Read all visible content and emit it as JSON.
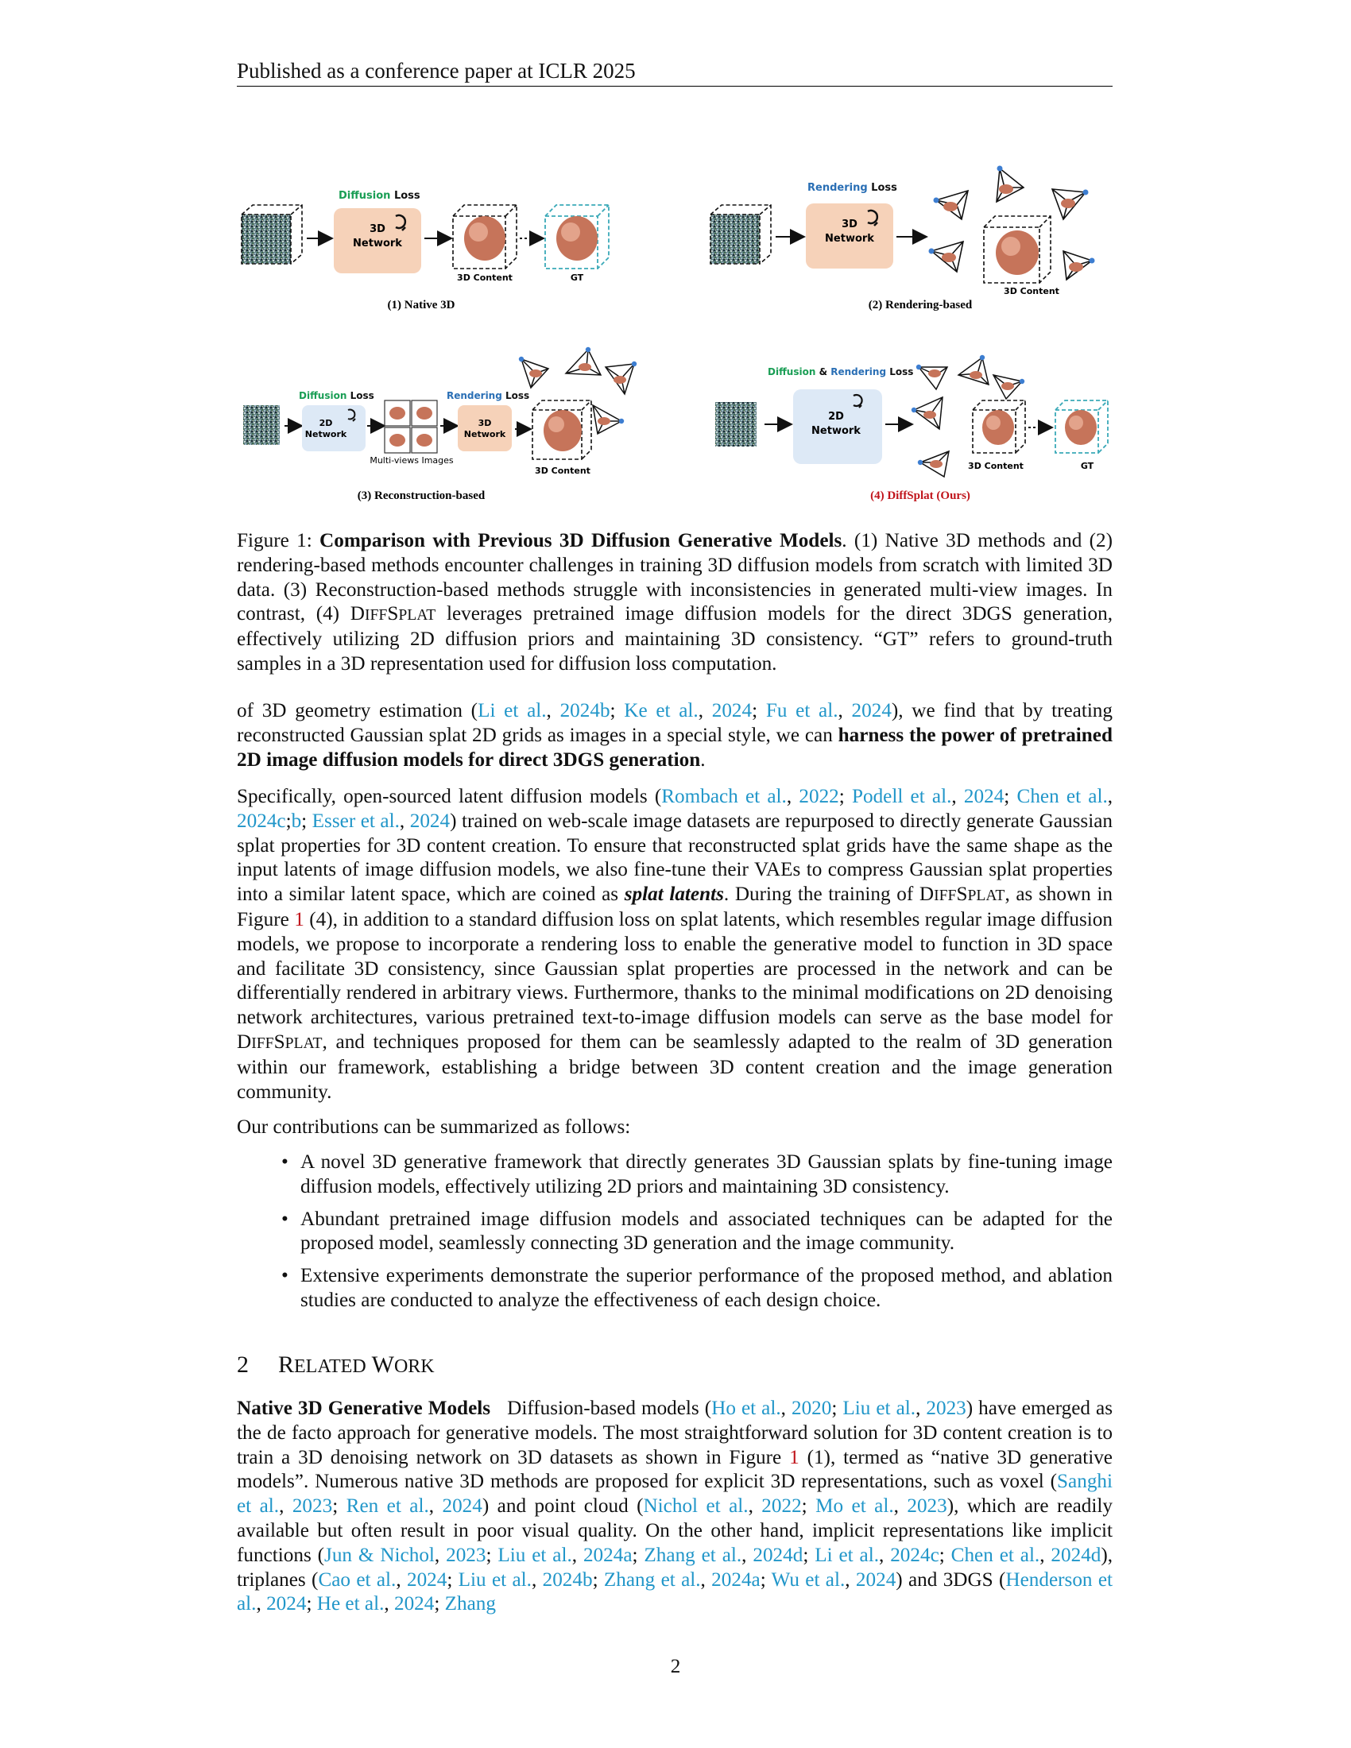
{
  "header": {
    "text": "Published as a conference paper at ICLR 2025"
  },
  "figure": {
    "panels": [
      {
        "label": "(1) Native 3D",
        "loss_a": "Diffusion",
        "loss_suffix": "Loss",
        "network": [
          "3D",
          "Network"
        ],
        "content": "3D Content",
        "gt": "GT"
      },
      {
        "label": "(2) Rendering-based",
        "loss_a": "Rendering",
        "loss_suffix": "Loss",
        "network": [
          "3D",
          "Network"
        ],
        "content": "3D Content"
      },
      {
        "label": "(3) Reconstruction-based",
        "loss_a": "Diffusion",
        "loss_suffix": "Loss",
        "loss_b": "Rendering",
        "loss_b_suffix": "Loss",
        "network": [
          "2D",
          "Network"
        ],
        "network2": [
          "3D",
          "Network"
        ],
        "multiview": "Multi-views Images",
        "content": "3D Content"
      },
      {
        "label": "(4) DiffSplat (Ours)",
        "loss_a": "Diffusion",
        "loss_amp": "&",
        "loss_b": "Rendering",
        "loss_suffix": "Loss",
        "network": [
          "2D",
          "Network"
        ],
        "content": "3D Content",
        "gt": "GT"
      }
    ],
    "colors": {
      "diffusion": "#1a9e55",
      "rendering": "#2a6fb5",
      "net3d": "#f6d2b9",
      "net2d": "#dde9f6",
      "ours": "#c0141b",
      "gtbox": "#3aa9b8"
    }
  },
  "caption": {
    "prefix": "Figure 1:",
    "title": "Comparison with Previous 3D Diffusion Generative Models",
    "text_a": ". (1) Native 3D methods and (2) rendering-based methods encounter challenges in training 3D diffusion models from scratch with limited 3D data. (3) Reconstruction-based methods struggle with inconsistencies in generated multi-view images. In contrast, (4) ",
    "name_d": "D",
    "name_iff": "IFF",
    "name_s": "S",
    "name_plat": "PLAT",
    "text_b": " leverages pretrained image diffusion models for the direct 3DGS generation, effectively utilizing 2D diffusion priors and maintaining 3D consistency. “GT” refers to ground-truth samples in a 3D representation used for diffusion loss computation."
  },
  "p1": {
    "t1": "of 3D geometry estimation (",
    "c1": "Li et al.",
    "s1": ", ",
    "y1": "2024b",
    "sep1": "; ",
    "c2": "Ke et al.",
    "s2": ", ",
    "y2": "2024",
    "sep2": "; ",
    "c3": "Fu et al.",
    "s3": ", ",
    "y3": "2024",
    "t2": "), we find that by treating reconstructed Gaussian splat 2D grids as images in a special style, we can ",
    "bold": "harness the power of pretrained 2D image diffusion models for direct 3DGS generation",
    "t3": "."
  },
  "p2": {
    "t1": "Specifically, open-sourced latent diffusion models (",
    "c1": "Rombach et al.",
    "y1": "2022",
    "c2": "Podell et al.",
    "y2": "2024",
    "c3": "Chen et al.",
    "y3": "2024c",
    "y3b": "b",
    "c4": "Esser et al.",
    "y4": "2024",
    "t2": ") trained on web-scale image datasets are repurposed to directly generate Gaussian splat properties for 3D content creation. To ensure that reconstructed splat grids have the same shape as the input latents of image diffusion models, we also fine-tune their VAEs to compress Gaussian splat properties into a similar latent space, which are coined as ",
    "emph": "splat latents",
    "t3": ". During the training of ",
    "t4": ", as shown in Figure ",
    "figref": "1",
    "t5": " (4), in addition to a standard diffusion loss on splat latents, which resembles regular image diffusion models, we propose to incorporate a rendering loss to enable the generative model to function in 3D space and facilitate 3D consistency, since Gaussian splat properties are processed in the network and can be differentially rendered in arbitrary views. Furthermore, thanks to the minimal modifications on 2D denoising network architectures, various pretrained text-to-image diffusion models can serve as the base model for ",
    "t6": ", and techniques proposed for them can be seamlessly adapted to the realm of 3D generation within our framework, establishing a bridge between 3D content creation and the image generation community."
  },
  "p3": {
    "text": "Our contributions can be summarized as follows:"
  },
  "bullets": [
    "A novel 3D generative framework that directly generates 3D Gaussian splats by fine-tuning image diffusion models, effectively utilizing 2D priors and maintaining 3D consistency.",
    "Abundant pretrained image diffusion models and associated techniques can be adapted for the proposed model, seamlessly connecting 3D generation and the image community.",
    "Extensive experiments demonstrate the superior performance of the proposed method, and ablation studies are conducted to analyze the effectiveness of each design choice."
  ],
  "section": {
    "num": "2",
    "title_r": "R",
    "title_elated": "ELATED",
    "title_w": "W",
    "title_ork": "ORK"
  },
  "p4": {
    "head": "Native 3D Generative Models",
    "t1": "Diffusion-based models (",
    "c1": "Ho et al.",
    "y1": "2020",
    "c2": "Liu et al.",
    "y2": "2023",
    "t2": ") have emerged as the de facto approach for generative models. The most straightforward solution for 3D content creation is to train a 3D denoising network on 3D datasets as shown in Figure ",
    "figref": "1",
    "t3": " (1), termed as “native 3D generative models”. Numerous native 3D methods are proposed for explicit 3D representations, such as voxel (",
    "c3": "Sanghi et al.",
    "y3": "2023",
    "c4": "Ren et al.",
    "y4": "2024",
    "t4": ") and point cloud (",
    "c5": "Nichol et al.",
    "y5": "2022",
    "c6": "Mo et al.",
    "y6": "2023",
    "t5": "), which are readily available but often result in poor visual quality. On the other hand, implicit representations like implicit functions (",
    "c7": "Jun & Nichol",
    "y7": "2023",
    "c8": "Liu et al.",
    "y8": "2024a",
    "c9": "Zhang et al.",
    "y9": "2024d",
    "c10": "Li et al.",
    "y10": "2024c",
    "c11": "Chen et al.",
    "y11": "2024d",
    "t6": "), triplanes (",
    "c12": "Cao et al.",
    "y12": "2024",
    "c13": "Liu et al.",
    "y13": "2024b",
    "c14": "Zhang et al.",
    "y14": "2024a",
    "c15": "Wu et al.",
    "y15": "2024",
    "t7": ") and 3DGS (",
    "c16": "Henderson et al.",
    "y16": "2024",
    "c17": "He et al.",
    "y17": "2024",
    "c18": "Zhang"
  },
  "page_number": "2"
}
